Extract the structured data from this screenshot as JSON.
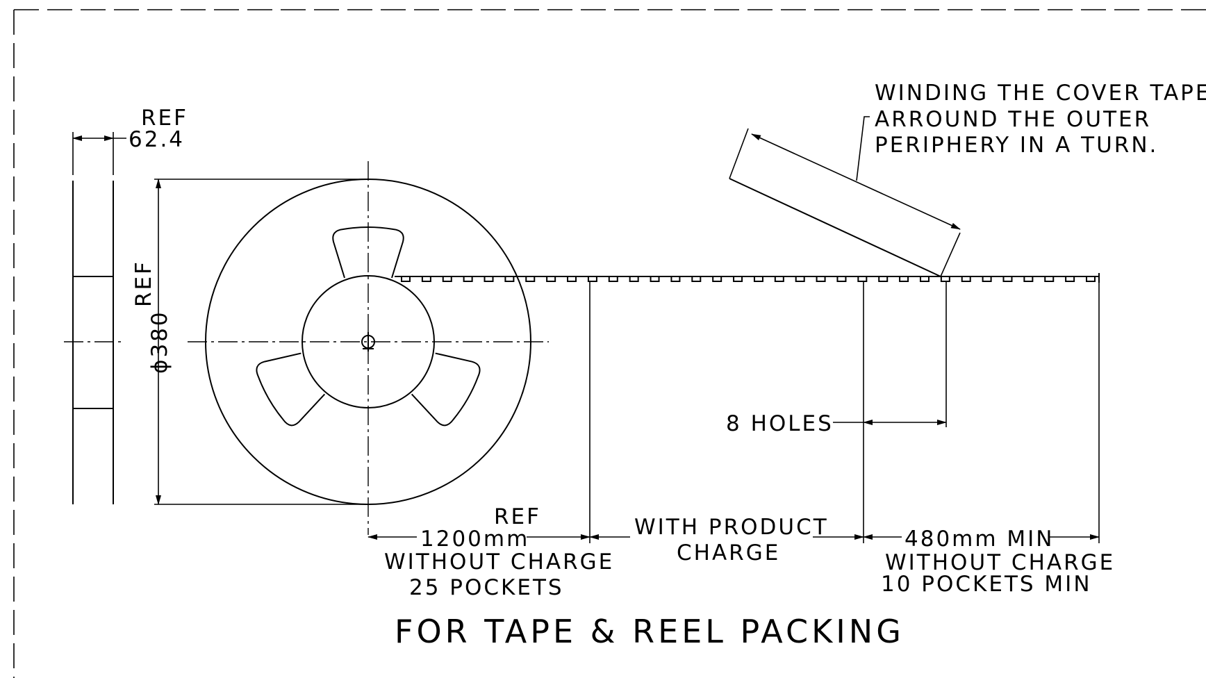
{
  "labels": {
    "side_ref": "REF",
    "side_width": "62.4",
    "diameter_ref": "REF",
    "diameter": "ϕ380",
    "annotation_line1": "WINDING THE COVER TAPE",
    "annotation_line2": "ARROUND THE OUTER",
    "annotation_line3": "PERIPHERY IN A TURN.",
    "holes": "8 HOLES",
    "leader_ref": "REF",
    "leader_length": "1200mm",
    "leader_desc": "WITHOUT CHARGE",
    "leader_pockets": "25 POCKETS",
    "product_line1": "WITH PRODUCT",
    "product_line2": "CHARGE",
    "trailer_length": "480mm MIN",
    "trailer_desc": "WITHOUT CHARGE",
    "trailer_pockets": "10 POCKETS MIN",
    "title": "FOR TAPE & REEL PACKING"
  },
  "tape": {
    "pocket_count": 34
  }
}
